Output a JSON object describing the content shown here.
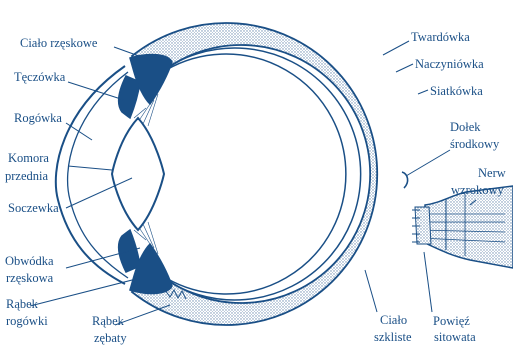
{
  "colors": {
    "ink": "#1a4f86",
    "stipple": "#9fb4cc",
    "background": "#ffffff"
  },
  "labels": {
    "cialo_rzeskowe": "Ciało rzęskowe",
    "teczowka": "Tęczówka",
    "rogowka": "Rogówka",
    "komora_line1": "Komora",
    "komora_line2": "przednia",
    "soczewka": "Soczewka",
    "obwodka_line1": "Obwódka",
    "obwodka_line2": "rzęskowa",
    "rabek_rog_line1": "Rąbek",
    "rabek_rog_line2": "rogówki",
    "rabek_zab_line1": "Rąbek",
    "rabek_zab_line2": "zębaty",
    "cialo_szkl_line1": "Ciało",
    "cialo_szkl_line2": "szkliste",
    "powiez_line1": "Powięź",
    "powiez_line2": "sitowata",
    "twardowka": "Twardówka",
    "naczyniowka": "Naczyniówka",
    "siatkowka": "Siatkówka",
    "dolek_line1": "Dołek",
    "dolek_line2": "środkowy",
    "nerw_line1": "Nerw",
    "nerw_line2": "wzrokowy"
  }
}
